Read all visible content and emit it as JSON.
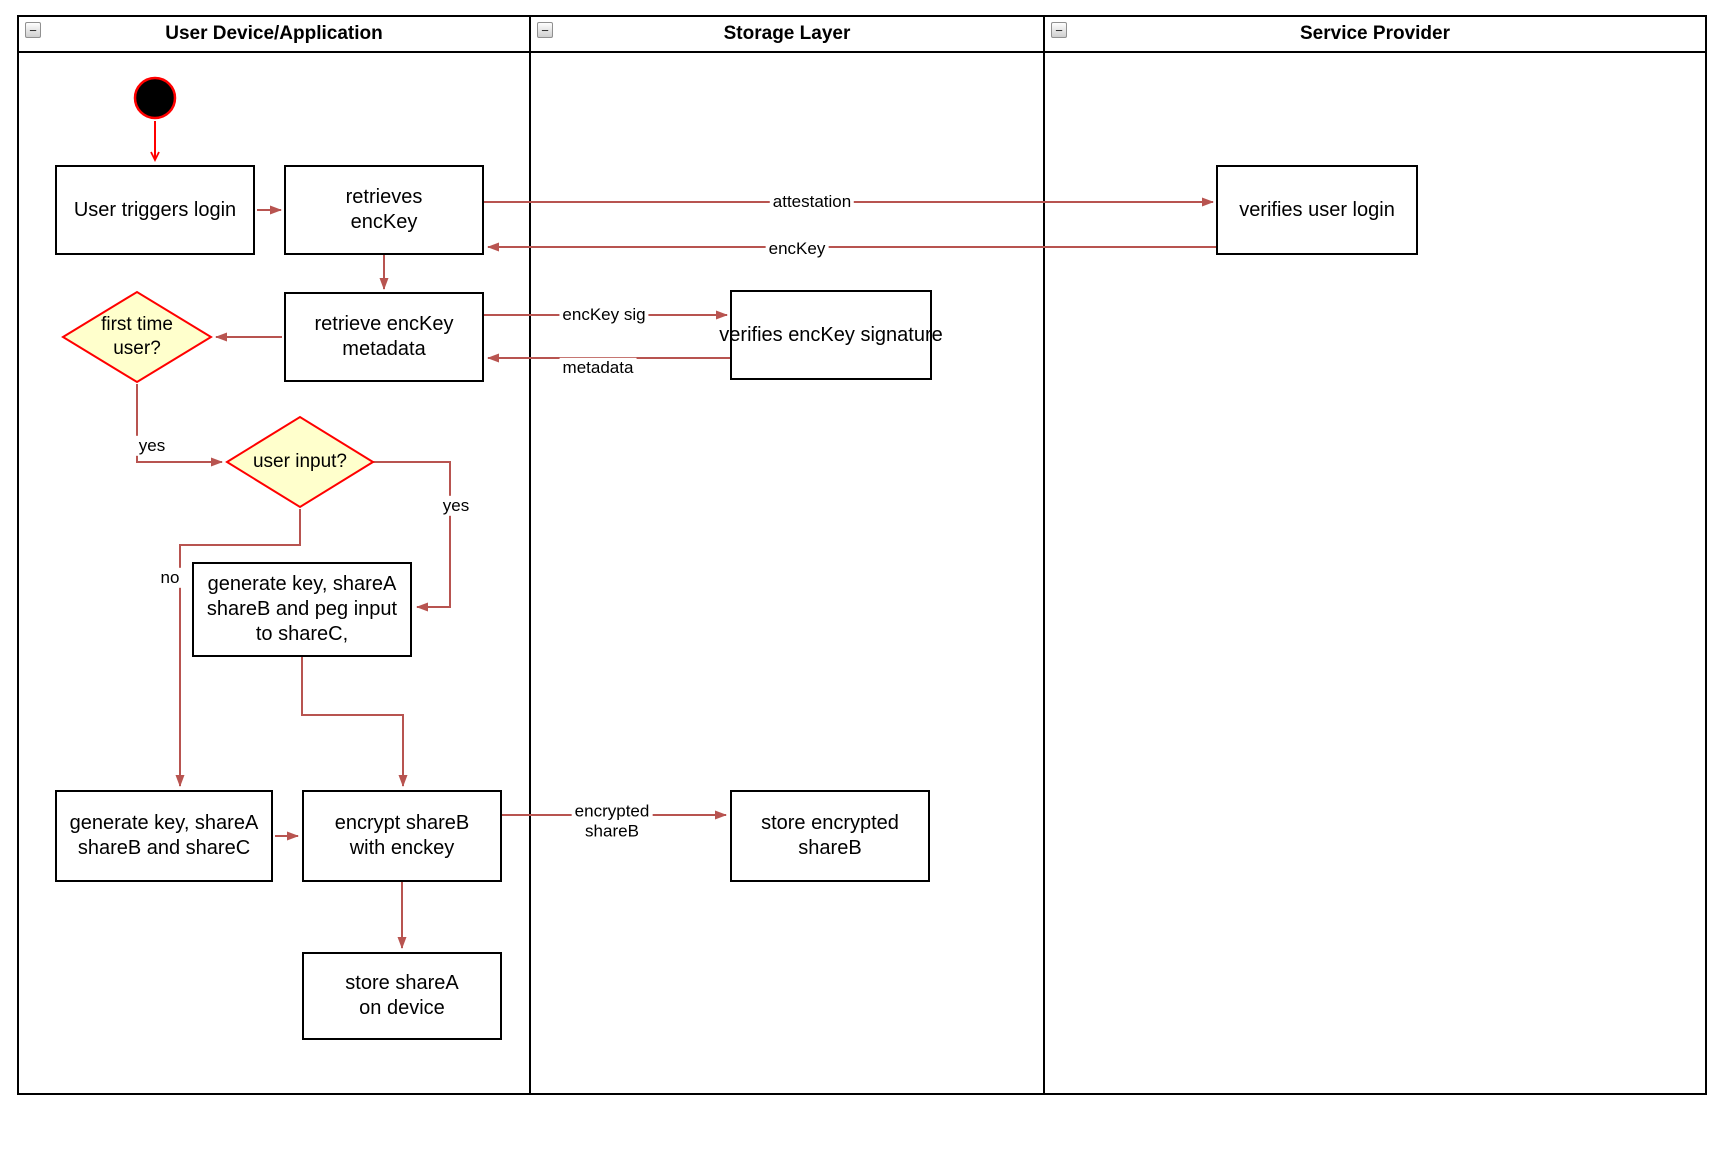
{
  "colors": {
    "arrow": "#b85450",
    "accent": "#ff0000",
    "diamond_fill": "#ffffcc",
    "node_border": "#000000"
  },
  "icons": {
    "collapse": "−"
  },
  "lanes": {
    "user_device": {
      "title": "User Device/Application"
    },
    "storage": {
      "title": "Storage Layer"
    },
    "service_provider": {
      "title": "Service Provider"
    }
  },
  "nodes": {
    "user_triggers_login": {
      "label": "User triggers login"
    },
    "retrieves_enckey": {
      "label": "retrieves\nencKey"
    },
    "verifies_user_login": {
      "label": "verifies user login"
    },
    "retrieve_enckey_metadata": {
      "label": "retrieve encKey\nmetadata"
    },
    "verifies_enckey_signature": {
      "label": "verifies encKey signature"
    },
    "first_time_user": {
      "label": "first time\nuser?"
    },
    "user_input": {
      "label": "user input?"
    },
    "generate_key_peg": {
      "label": "generate key, shareA\nshareB and peg input\nto shareC,"
    },
    "generate_key_sharec": {
      "label": "generate key, shareA\nshareB and shareC"
    },
    "encrypt_shareb": {
      "label": "encrypt shareB\nwith enckey"
    },
    "store_encrypted_shareb": {
      "label": "store encrypted\nshareB"
    },
    "store_sharea": {
      "label": "store shareA\non device"
    }
  },
  "edge_labels": {
    "attestation": "attestation",
    "enckey": "encKey",
    "enckey_sig": "encKey sig",
    "metadata": "metadata",
    "yes_first_time": "yes",
    "yes_user_input": "yes",
    "no_user_input": "no",
    "encrypted_shareb": "encrypted\nshareB"
  }
}
